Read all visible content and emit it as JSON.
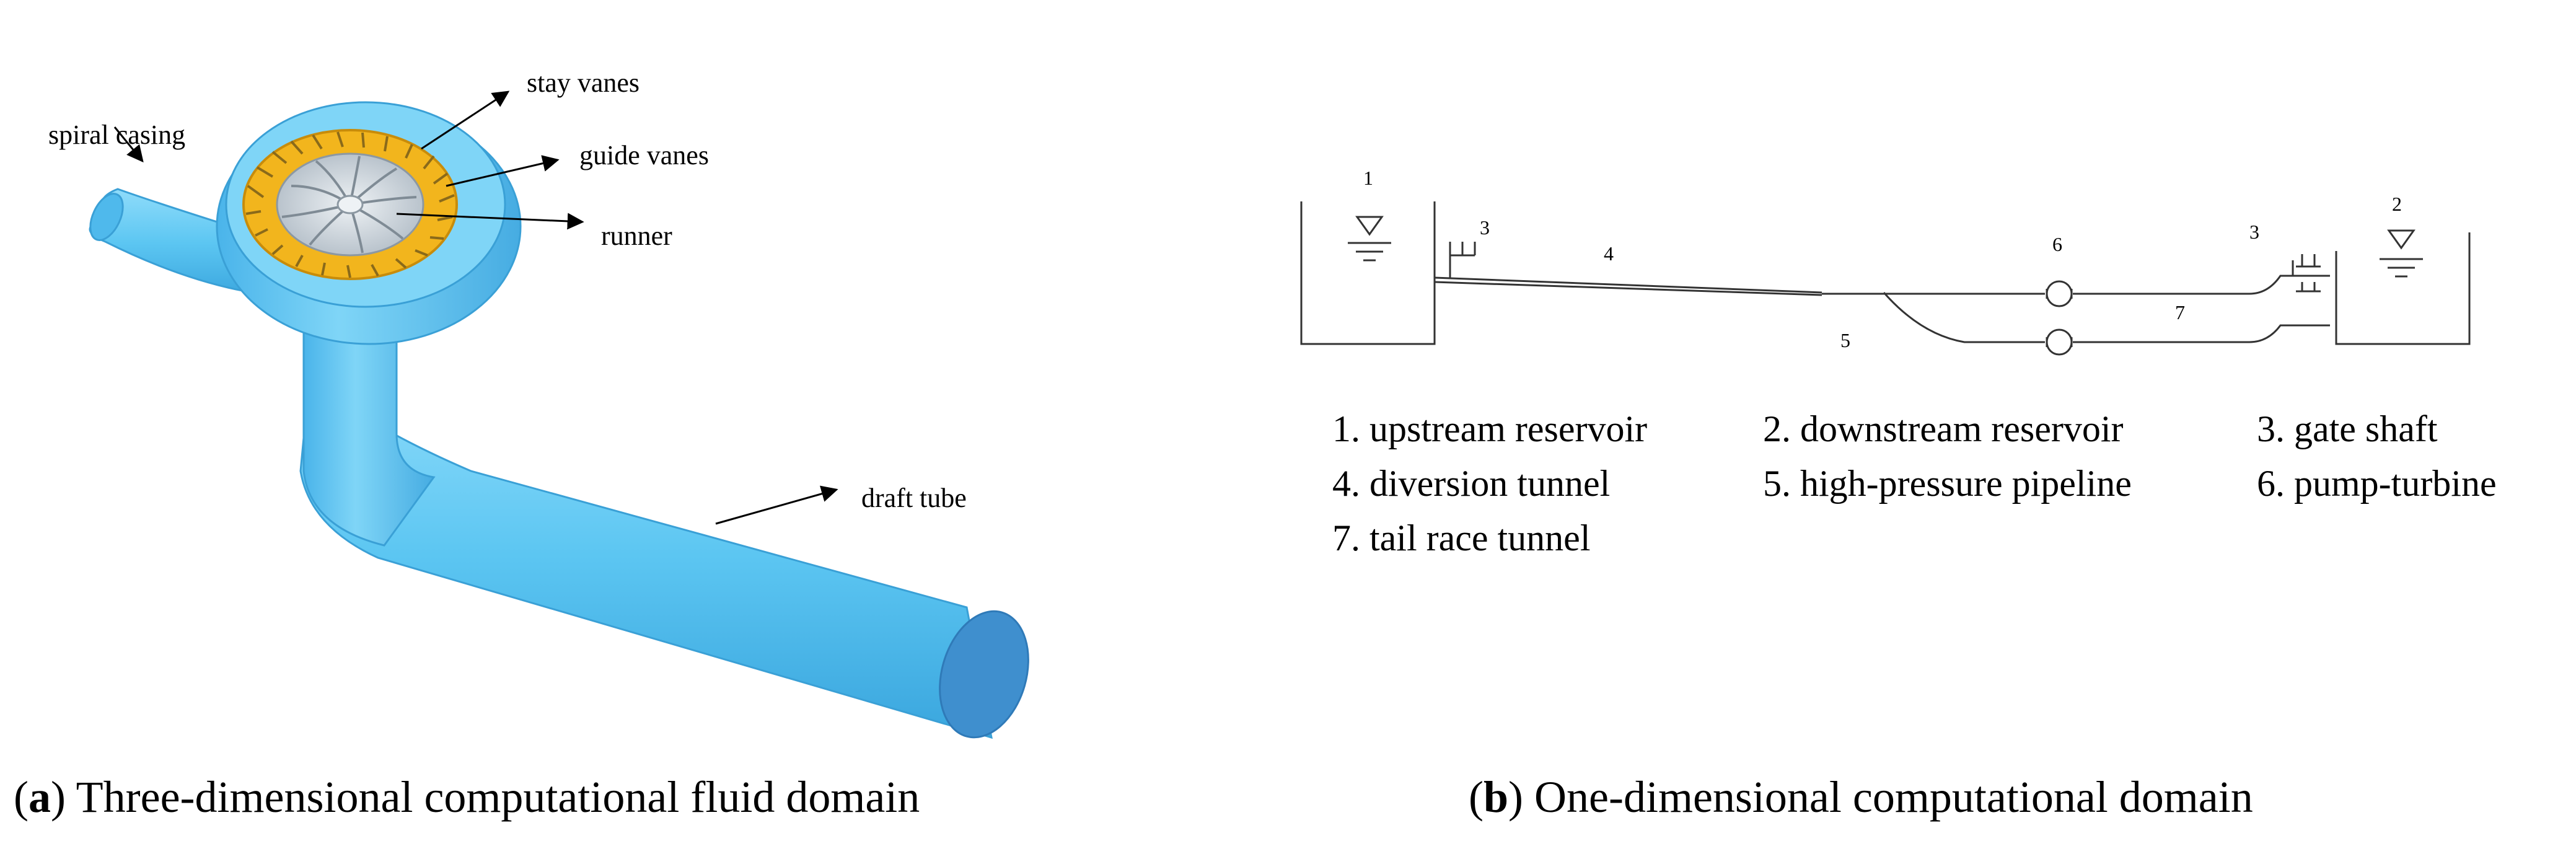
{
  "panel_a": {
    "caption_letter": "a",
    "caption_text": "Three-dimensional computational fluid domain",
    "labels": {
      "spiral_casing": "spiral casing",
      "stay_vanes": "stay vanes",
      "guide_vanes": "guide vanes",
      "runner": "runner",
      "draft_tube": "draft tube"
    }
  },
  "panel_b": {
    "caption_letter": "b",
    "caption_text": "One-dimensional computational domain",
    "node_labels": {
      "n1": "1",
      "n2": "2",
      "n3_left": "3",
      "n3_right": "3",
      "n4": "4",
      "n5": "5",
      "n6": "6",
      "n7": "7"
    },
    "legend": [
      "1. upstream reservoir",
      "2. downstream reservoir",
      "3. gate shaft",
      "4. diversion tunnel",
      "5. high-pressure pipeline",
      "6. pump-turbine",
      "7. tail race tunnel"
    ]
  },
  "colors": {
    "casing_blue": "#5cc6f2",
    "casing_dark": "#2f8fcc",
    "vane_yellow": "#f2b51d",
    "runner_grey": "#c9d1d8"
  }
}
